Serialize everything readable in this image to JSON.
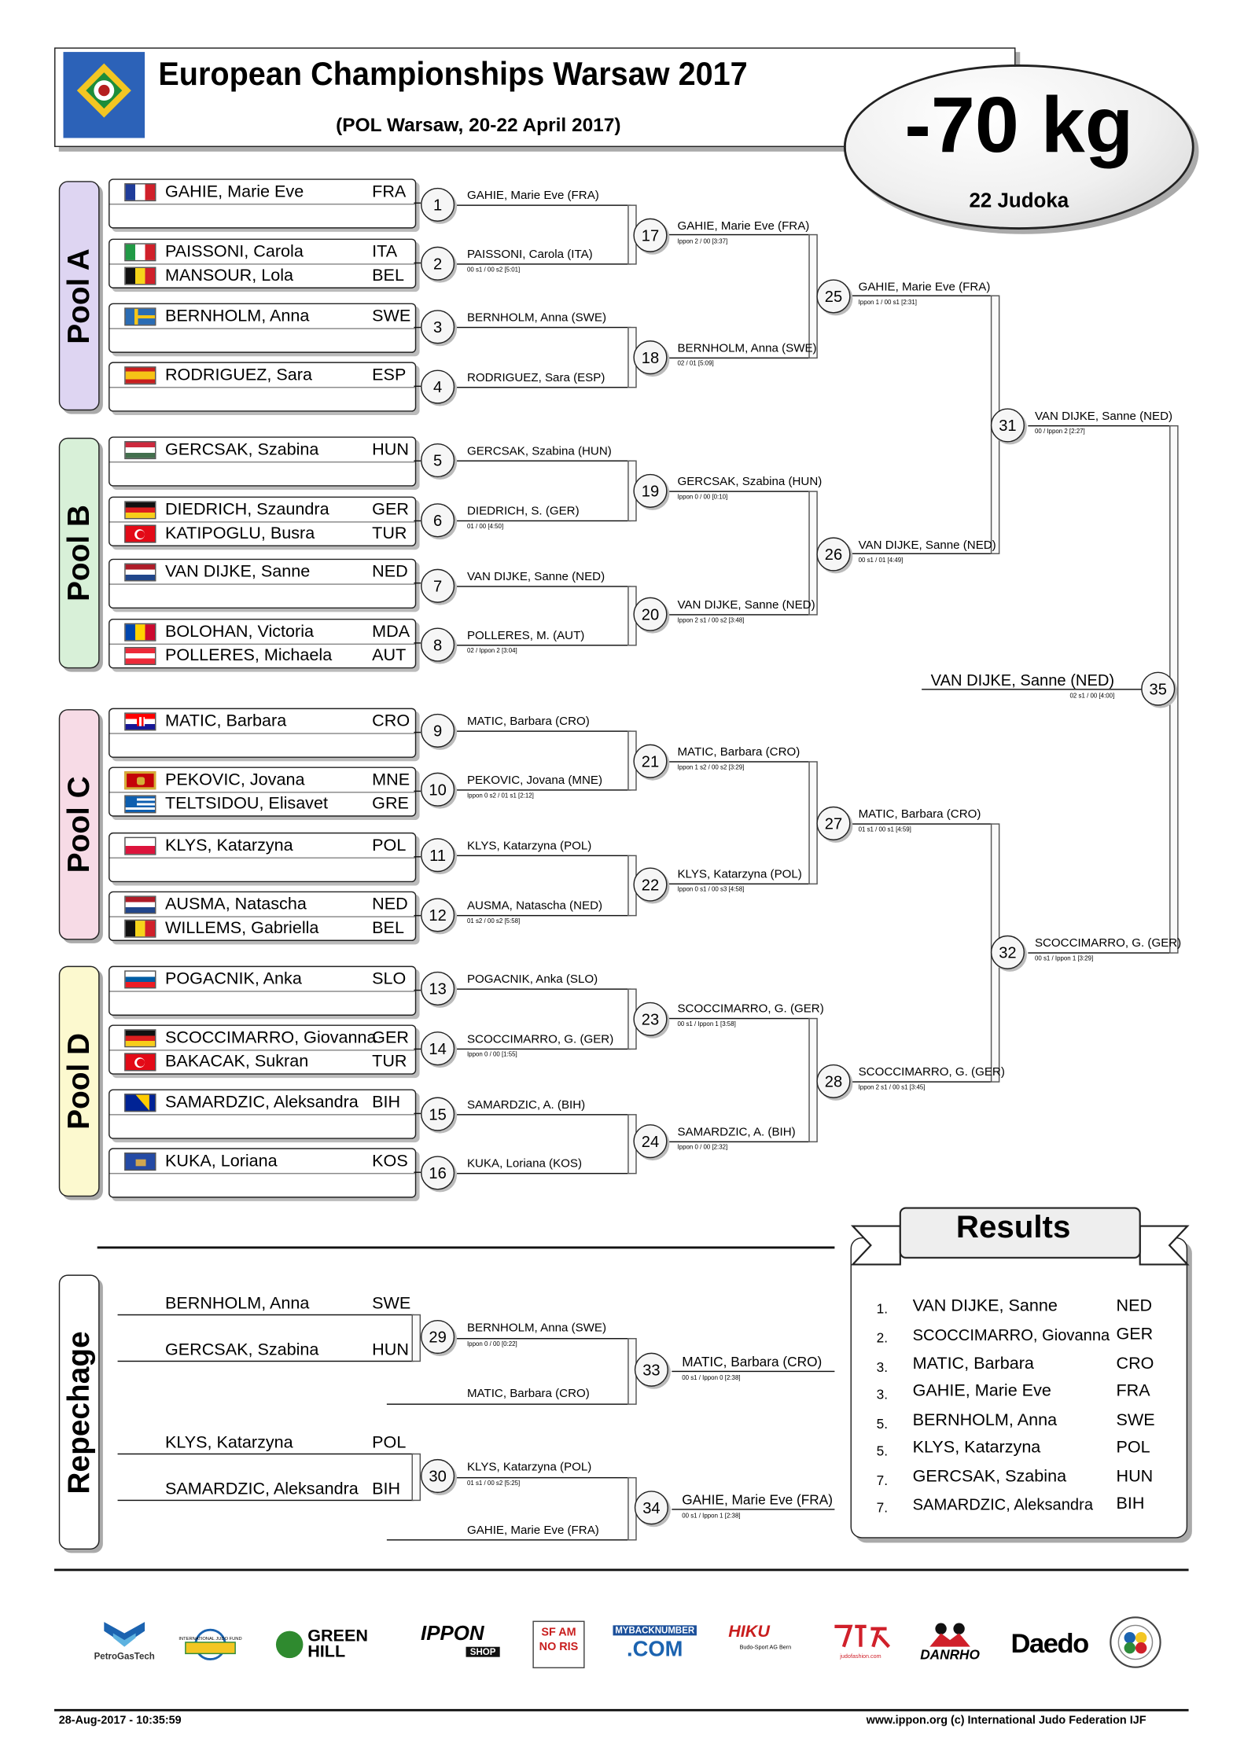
{
  "header": {
    "title": "European Championships Warsaw 2017",
    "subtitle": "(POL Warsaw, 20-22 April 2017)",
    "weight": "-70 kg",
    "judoka": "22 Judoka"
  },
  "pools": [
    "Pool A",
    "Pool B",
    "Pool C",
    "Pool D"
  ],
  "repechage_label": "Repechage",
  "players": [
    {
      "name": "GAHIE, Marie Eve",
      "code": "FRA"
    },
    {
      "name": "PAISSONI, Carola",
      "code": "ITA"
    },
    {
      "name": "MANSOUR, Lola",
      "code": "BEL"
    },
    {
      "name": "BERNHOLM, Anna",
      "code": "SWE"
    },
    {
      "name": "RODRIGUEZ, Sara",
      "code": "ESP"
    },
    {
      "name": "GERCSAK, Szabina",
      "code": "HUN"
    },
    {
      "name": "DIEDRICH, Szaundra",
      "code": "GER"
    },
    {
      "name": "KATIPOGLU, Busra",
      "code": "TUR"
    },
    {
      "name": "VAN DIJKE, Sanne",
      "code": "NED"
    },
    {
      "name": "BOLOHAN, Victoria",
      "code": "MDA"
    },
    {
      "name": "POLLERES, Michaela",
      "code": "AUT"
    },
    {
      "name": "MATIC, Barbara",
      "code": "CRO"
    },
    {
      "name": "PEKOVIC, Jovana",
      "code": "MNE"
    },
    {
      "name": "TELTSIDOU, Elisavet",
      "code": "GRE"
    },
    {
      "name": "KLYS, Katarzyna",
      "code": "POL"
    },
    {
      "name": "AUSMA, Natascha",
      "code": "NED"
    },
    {
      "name": "WILLEMS, Gabriella",
      "code": "BEL"
    },
    {
      "name": "POGACNIK, Anka",
      "code": "SLO"
    },
    {
      "name": "SCOCCIMARRO, Giovanna",
      "code": "GER"
    },
    {
      "name": "BAKACAK, Sukran",
      "code": "TUR"
    },
    {
      "name": "SAMARDZIC, Aleksandra",
      "code": "BIH"
    },
    {
      "name": "KUKA, Loriana",
      "code": "KOS"
    }
  ],
  "matches": [
    {
      "n": "1",
      "winner": "GAHIE, Marie Eve  (FRA)",
      "score": ""
    },
    {
      "n": "2",
      "winner": "PAISSONI, Carola  (ITA)",
      "score": "00 s1 / 00 s2  [5:01]"
    },
    {
      "n": "3",
      "winner": "BERNHOLM, Anna  (SWE)",
      "score": ""
    },
    {
      "n": "4",
      "winner": "RODRIGUEZ, Sara  (ESP)",
      "score": ""
    },
    {
      "n": "5",
      "winner": "GERCSAK, Szabina  (HUN)",
      "score": ""
    },
    {
      "n": "6",
      "winner": "DIEDRICH, S.  (GER)",
      "score": "01  / 00   [4:50]"
    },
    {
      "n": "7",
      "winner": "VAN DIJKE, Sanne  (NED)",
      "score": ""
    },
    {
      "n": "8",
      "winner": "POLLERES, M.  (AUT)",
      "score": "02  / Ippon 2  [3:04]"
    },
    {
      "n": "9",
      "winner": "MATIC, Barbara  (CRO)",
      "score": ""
    },
    {
      "n": "10",
      "winner": "PEKOVIC, Jovana  (MNE)",
      "score": "Ippon 0 s2 / 01 s1  [2:12]"
    },
    {
      "n": "11",
      "winner": "KLYS, Katarzyna  (POL)",
      "score": ""
    },
    {
      "n": "12",
      "winner": "AUSMA, Natascha  (NED)",
      "score": "01 s2 / 00 s2  [5:58]"
    },
    {
      "n": "13",
      "winner": "POGACNIK, Anka  (SLO)",
      "score": ""
    },
    {
      "n": "14",
      "winner": "SCOCCIMARRO, G.  (GER)",
      "score": "Ippon 0  / 00   [1:55]"
    },
    {
      "n": "15",
      "winner": "SAMARDZIC, A.  (BIH)",
      "score": ""
    },
    {
      "n": "16",
      "winner": "KUKA, Loriana  (KOS)",
      "score": ""
    },
    {
      "n": "17",
      "winner": "GAHIE, Marie Eve  (FRA)",
      "score": "Ippon 2  / 00   [3:37]"
    },
    {
      "n": "18",
      "winner": "BERNHOLM, Anna  (SWE)",
      "score": "02  / 01   [5:09]"
    },
    {
      "n": "19",
      "winner": "GERCSAK, Szabina  (HUN)",
      "score": "Ippon 0  / 00   [0:10]"
    },
    {
      "n": "20",
      "winner": "VAN DIJKE, Sanne  (NED)",
      "score": "Ippon 2 s1  / 00 s2  [3:48]"
    },
    {
      "n": "21",
      "winner": "MATIC, Barbara  (CRO)",
      "score": "Ippon 1 s2 / 00 s2  [3:29]"
    },
    {
      "n": "22",
      "winner": "KLYS, Katarzyna  (POL)",
      "score": "Ippon 0 s1 / 00 s3  [4:58]"
    },
    {
      "n": "23",
      "winner": "SCOCCIMARRO, G.  (GER)",
      "score": "00 s1 / Ippon 1  [3:58]"
    },
    {
      "n": "24",
      "winner": "SAMARDZIC, A.  (BIH)",
      "score": "Ippon 0  / 00   [2:32]"
    },
    {
      "n": "25",
      "winner": "GAHIE, Marie Eve  (FRA)",
      "score": "Ippon 1  / 00 s1  [2:31]"
    },
    {
      "n": "26",
      "winner": "VAN DIJKE, Sanne  (NED)",
      "score": "00 s1 / 01   [4:49]"
    },
    {
      "n": "27",
      "winner": "MATIC, Barbara  (CRO)",
      "score": "01 s1 / 00 s1  [4:59]"
    },
    {
      "n": "28",
      "winner": "SCOCCIMARRO, G.  (GER)",
      "score": "Ippon 2 s1 / 00 s1  [3:45]"
    },
    {
      "n": "31",
      "winner": "VAN DIJKE, Sanne  (NED)",
      "score": "00  / Ippon 2  [2:27]"
    },
    {
      "n": "32",
      "winner": "SCOCCIMARRO, G.  (GER)",
      "score": "00 s1 / Ippon 1  [3:29]"
    },
    {
      "n": "35",
      "winner": "VAN DIJKE, Sanne  (NED)",
      "score": "02 s1 / 00   [4:00]"
    }
  ],
  "repechage": {
    "entrants": [
      {
        "name": "BERNHOLM, Anna",
        "code": "SWE"
      },
      {
        "name": "GERCSAK, Szabina",
        "code": "HUN"
      },
      {
        "name": "KLYS, Katarzyna",
        "code": "POL"
      },
      {
        "name": "SAMARDZIC, Aleksandra",
        "code": "BIH"
      }
    ],
    "matches": [
      {
        "n": "29",
        "winner": "BERNHOLM, Anna  (SWE)",
        "score": "Ippon 0  / 00   [0:22]"
      },
      {
        "n": "30",
        "winner": "KLYS, Katarzyna  (POL)",
        "score": "01 s1 / 00 s2  [5:25]"
      },
      {
        "n": "33",
        "winner": "MATIC, Barbara  (CRO)",
        "score": "00 s1 / Ippon 0  [2:38]"
      },
      {
        "n": "34",
        "winner": "GAHIE, Marie Eve  (FRA)",
        "score": "00 s1 / Ippon 1  [2:38]"
      }
    ],
    "opponents": [
      "MATIC, Barbara  (CRO)",
      "GAHIE, Marie Eve  (FRA)"
    ]
  },
  "results": {
    "title": "Results",
    "rows": [
      {
        "rank": "1.",
        "name": "VAN DIJKE, Sanne",
        "code": "NED"
      },
      {
        "rank": "2.",
        "name": "SCOCCIMARRO, Giovanna",
        "code": "GER"
      },
      {
        "rank": "3.",
        "name": "MATIC, Barbara",
        "code": "CRO"
      },
      {
        "rank": "3.",
        "name": "GAHIE, Marie Eve",
        "code": "FRA"
      },
      {
        "rank": "5.",
        "name": "BERNHOLM, Anna",
        "code": "SWE"
      },
      {
        "rank": "5.",
        "name": "KLYS, Katarzyna",
        "code": "POL"
      },
      {
        "rank": "7.",
        "name": "GERCSAK, Szabina",
        "code": "HUN"
      },
      {
        "rank": "7.",
        "name": "SAMARDZIC, Aleksandra",
        "code": "BIH"
      }
    ]
  },
  "sponsors": {
    "petrogas": "PetroGasTech",
    "ijf_fund": "INTERNATIONAL JUDO FUND",
    "green_hill": "GREEN HILL",
    "ippon": "IPPON",
    "ippon_shop": "SHOP",
    "sfam": "SF AM NO RIS",
    "mybacknumber_top": "MYBACKNUMBER",
    "mybacknumber": ".COM",
    "hiku": "HIKU",
    "hiku_sub": "Budo-Sport AG Bern",
    "judofashion": "judofashion.com",
    "danrho": "DANRHO",
    "daedo": "Daedo"
  },
  "footer": {
    "timestamp": "28-Aug-2017 - 10:35:59",
    "credit": "www.ippon.org   (c) International Judo Federation IJF"
  },
  "colors": {
    "pool_a": "#ded5f2",
    "pool_b": "#d8f0d8",
    "pool_c": "#f7dbe6",
    "pool_d": "#fcf9cf",
    "repechage": "#ffffff"
  }
}
